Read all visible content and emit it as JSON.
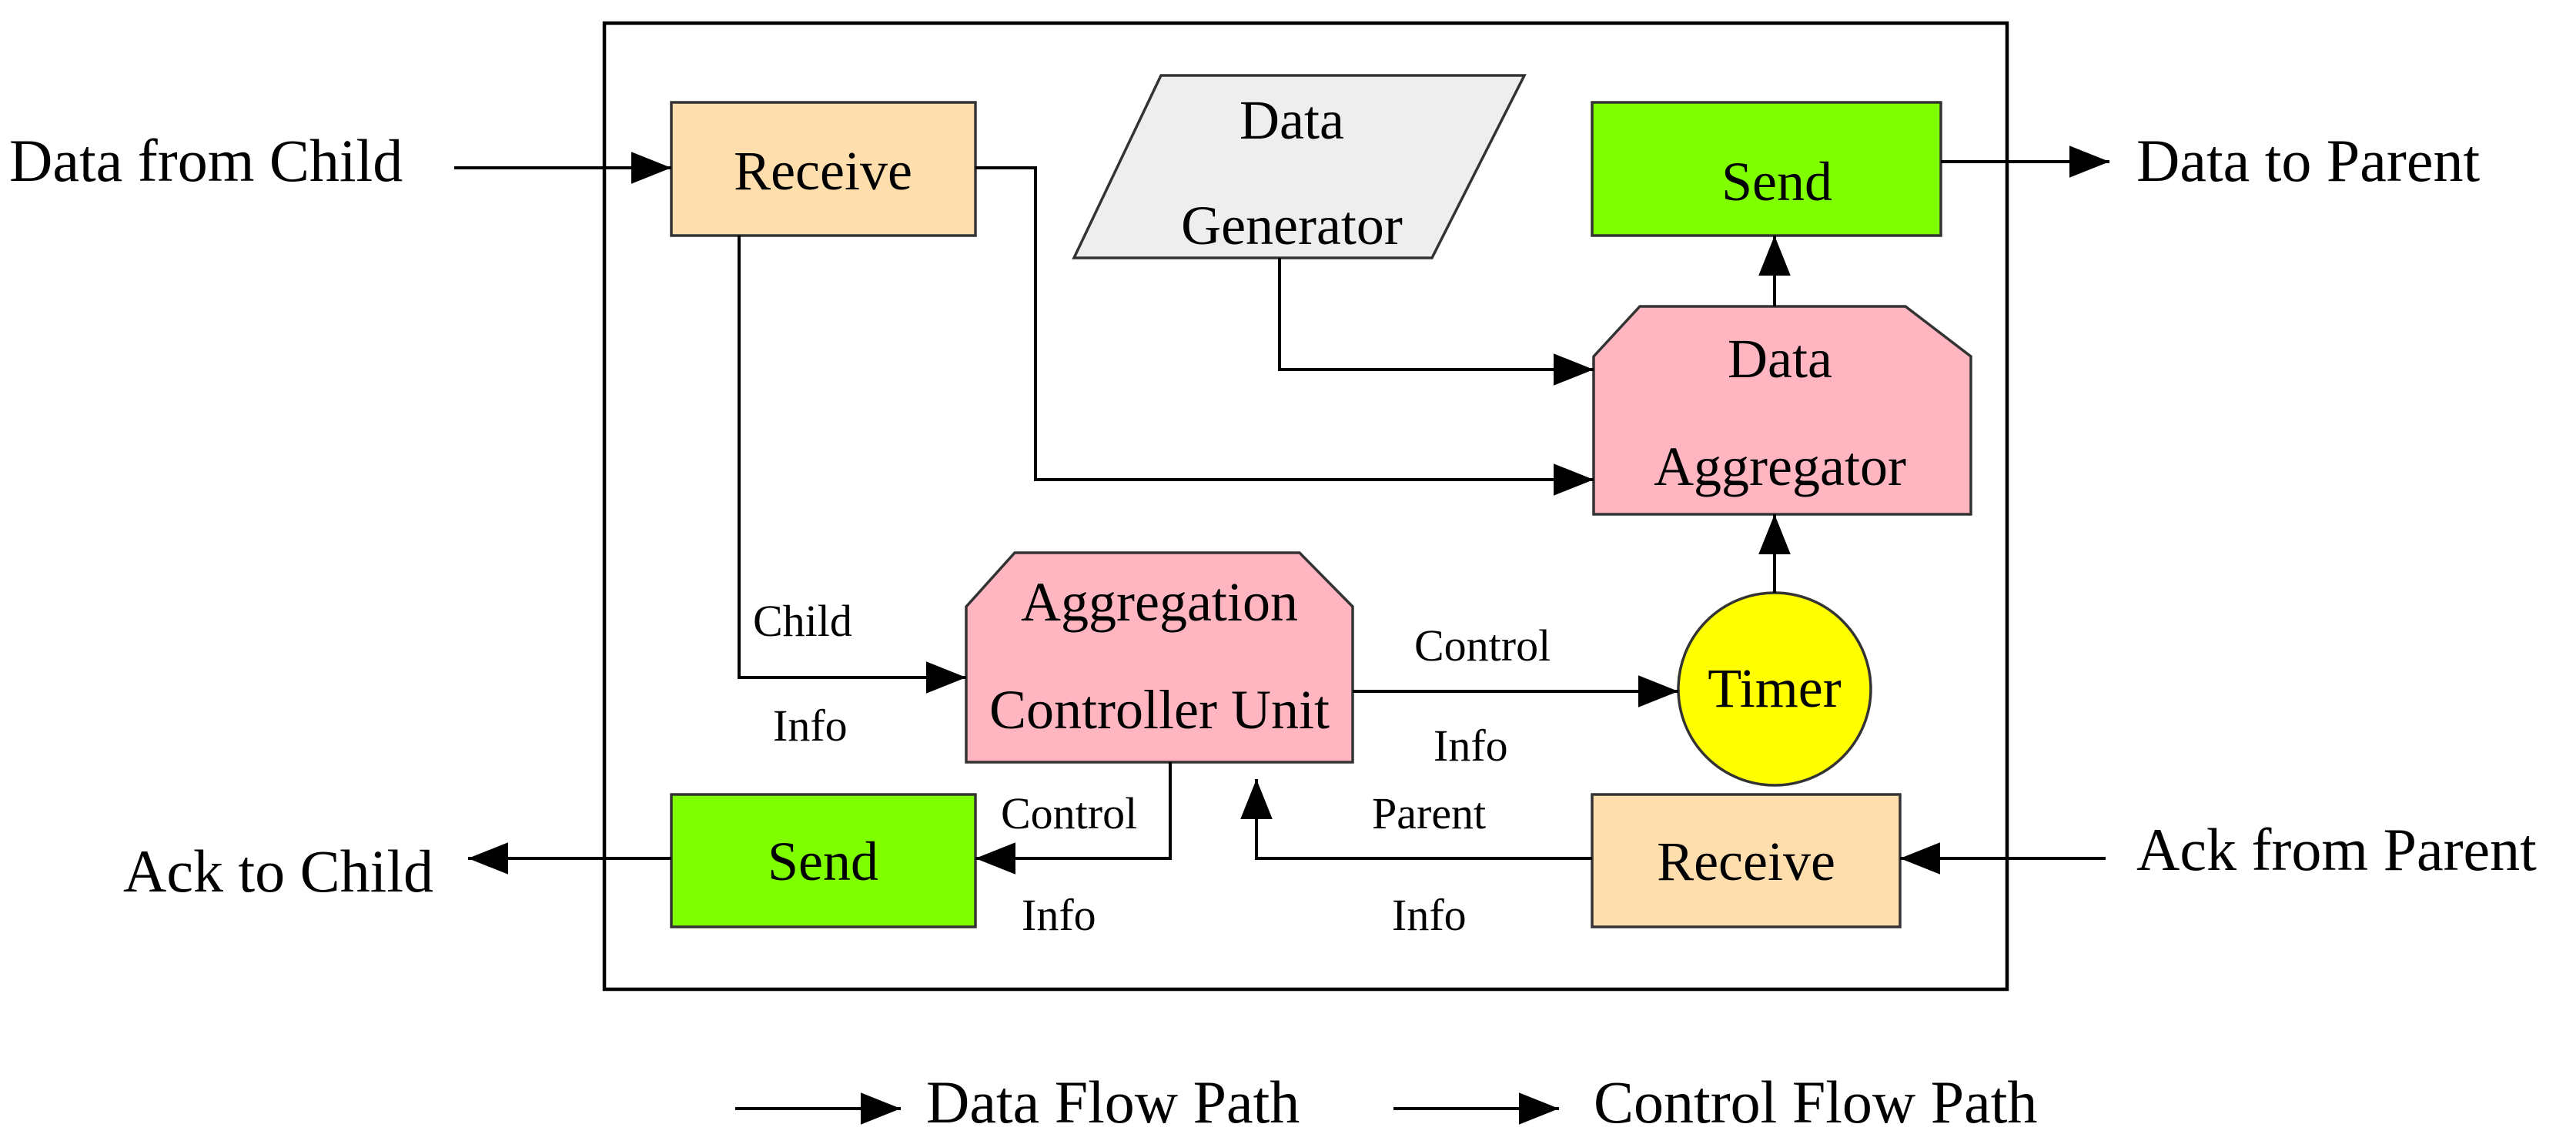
{
  "external": {
    "data_from_child": "Data from Child",
    "data_to_parent": "Data to Parent",
    "ack_to_child": "Ack to Child",
    "ack_from_parent": "Ack from Parent"
  },
  "blocks": {
    "receive_top": "Receive",
    "data_generator_line1": "Data",
    "data_generator_line2": "Generator",
    "send_top": "Send",
    "data_aggregator_line1": "Data",
    "data_aggregator_line2": "Aggregator",
    "acu_line1": "Aggregation",
    "acu_line2": "Controller Unit",
    "timer": "Timer",
    "send_bottom": "Send",
    "receive_bottom": "Receive"
  },
  "edge_labels": {
    "child_info_line1": "Child",
    "child_info_line2": "Info",
    "control_info_timer_line1": "Control",
    "control_info_timer_line2": "Info",
    "control_info_send_line1": "Control",
    "control_info_send_line2": "Info",
    "parent_info_line1": "Parent",
    "parent_info_line2": "Info"
  },
  "legend": {
    "data_flow": "Data Flow Path",
    "control_flow": "Control Flow Path"
  },
  "colors": {
    "receive_fill": "#FFDEAD",
    "send_fill": "#7FFF00",
    "aggregator_fill": "#FFB6C1",
    "generator_fill": "#EEEEEE",
    "timer_fill": "#FFFF00"
  }
}
